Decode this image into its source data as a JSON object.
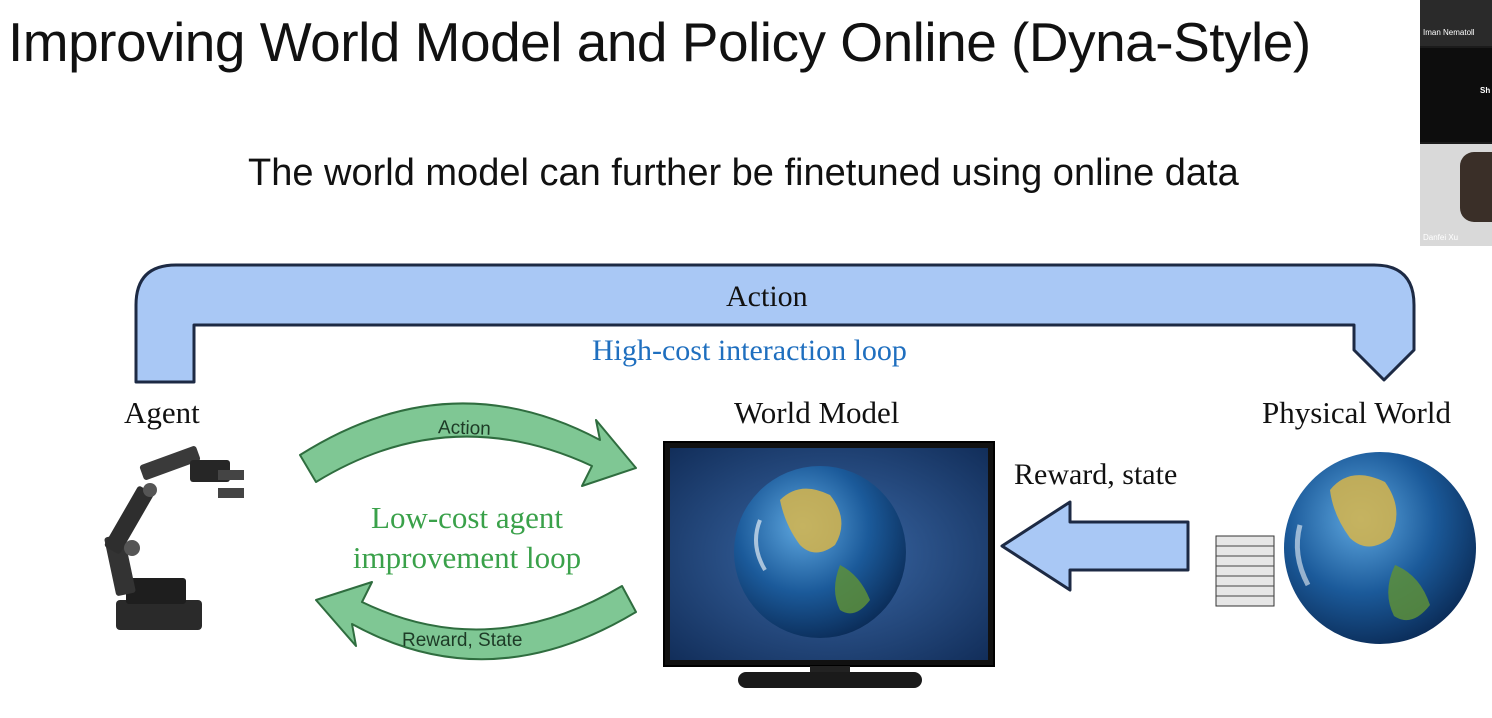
{
  "slide": {
    "title": "Improving World Model and Policy Online (Dyna-Style)",
    "subtitle": "The world model can further be finetuned using online data"
  },
  "diagram": {
    "top_loop": {
      "label": "Action",
      "sublabel": "High-cost interaction loop"
    },
    "nodes": {
      "agent": "Agent",
      "world_model": "World Model",
      "physical_world": "Physical World"
    },
    "inner_loop": {
      "action_label": "Action",
      "reward_label": "Reward, State",
      "caption_line1": "Low-cost agent",
      "caption_line2": "improvement loop"
    },
    "data_arrow": {
      "label": "Reward, state"
    }
  },
  "video_panel": {
    "participants": [
      {
        "name": "Iman Nematoll"
      },
      {
        "name": "Sh"
      },
      {
        "name": "Danfei Xu"
      }
    ]
  },
  "colors": {
    "top_arrow_fill": "#a9c8f5",
    "top_arrow_stroke": "#1d2a44",
    "inner_arrow_fill": "#7fc794",
    "inner_arrow_stroke": "#2f6d3f",
    "high_cost_text": "#1f6fbf",
    "low_cost_text": "#3aa14a"
  }
}
